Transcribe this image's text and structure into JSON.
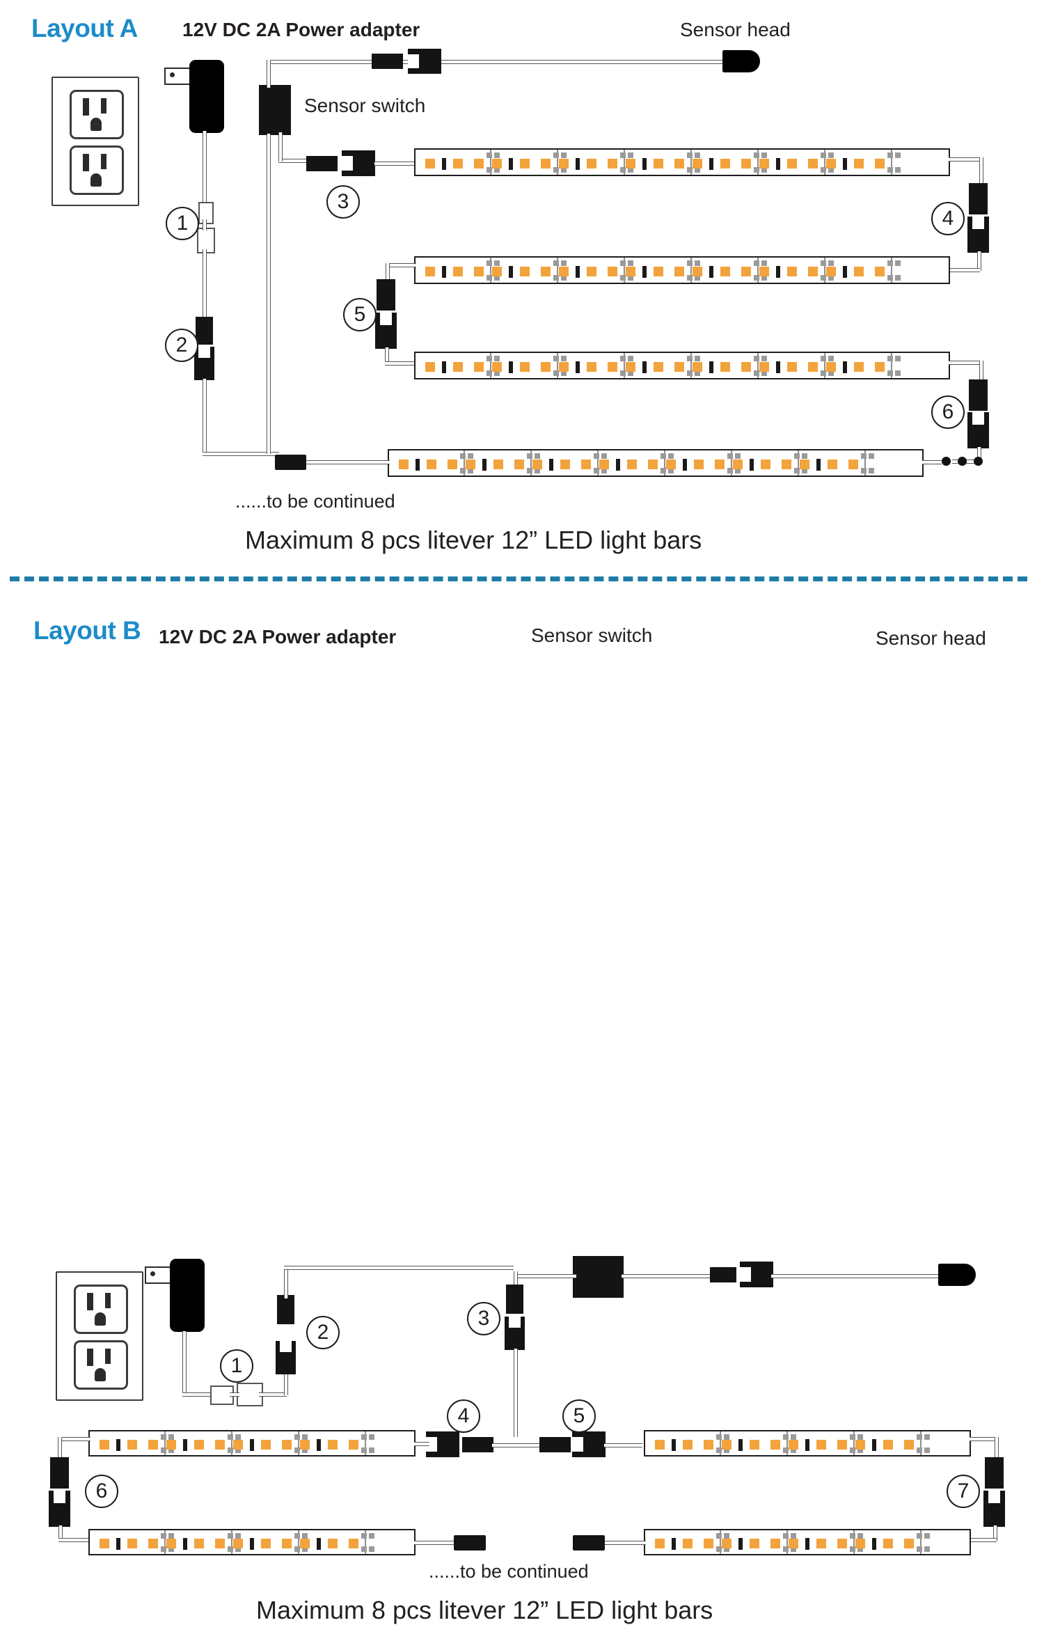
{
  "layout_a": {
    "title": "Layout A",
    "adapter_label": "12V DC 2A Power adapter",
    "sensor_head_label": "Sensor head",
    "sensor_switch_label": "Sensor switch",
    "to_be_continued": "......to be continued",
    "caption": "Maximum 8 pcs litever 12” LED light bars",
    "markers": [
      "1",
      "2",
      "3",
      "4",
      "5",
      "6"
    ]
  },
  "layout_b": {
    "title": "Layout B",
    "adapter_label": "12V DC 2A Power adapter",
    "sensor_head_label": "Sensor head",
    "sensor_switch_label": "Sensor switch",
    "to_be_continued": "......to be continued",
    "caption": "Maximum 8 pcs litever 12” LED light bars",
    "markers": [
      "1",
      "2",
      "3",
      "4",
      "5",
      "6",
      "7"
    ]
  },
  "colors": {
    "title_blue": "#1d8bc8",
    "divider_blue": "#1d7ca8",
    "led_amber": "#F2A33C",
    "connector_black": "#141414",
    "text_dark": "#231f20"
  },
  "icons": {
    "outlet": "power-outlet-icon",
    "adapter": "power-adapter-icon",
    "sensor_head": "sensor-head-icon",
    "sensor_switch": "sensor-switch-icon",
    "led_bar": "led-light-bar-icon",
    "connector": "cable-connector-icon",
    "ellipsis": "continuation-dots-icon"
  }
}
